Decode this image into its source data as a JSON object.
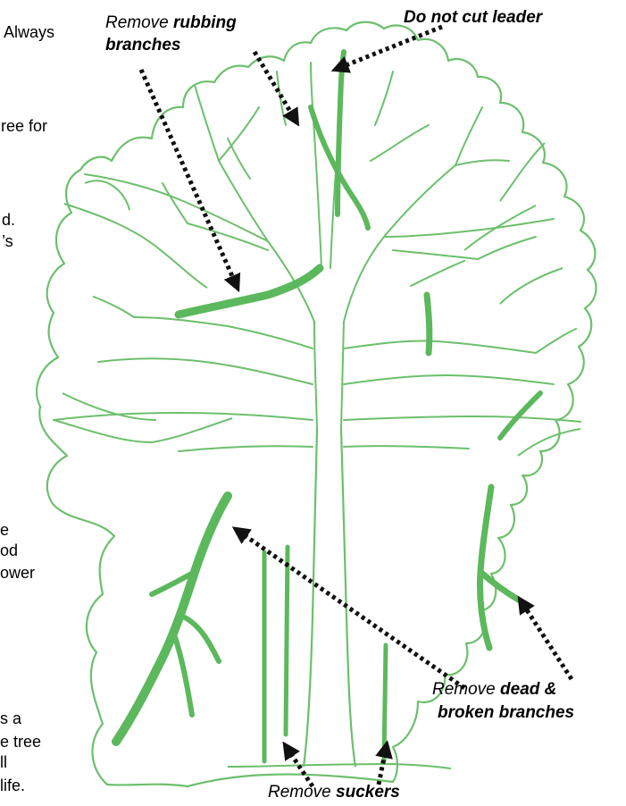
{
  "left_text_fragments": [
    "Always",
    "ree for",
    "d.",
    "’s",
    "e",
    "od",
    "ower",
    "s a",
    "e tree",
    "ll",
    "life."
  ],
  "labels": {
    "rubbing": {
      "prefix": "Remove",
      "bold": "rubbing",
      "line2": "branches"
    },
    "leader": {
      "text": "Do not cut leader"
    },
    "dead": {
      "prefix": "Remove",
      "bold1": "dead &",
      "bold2": "broken branches"
    },
    "suckers": {
      "prefix": "Remove",
      "bold": "suckers"
    }
  },
  "colors": {
    "outline": "#6cbf6c",
    "branch_fill": "#5cb85c",
    "arrow": "#111111",
    "text": "#000000"
  }
}
